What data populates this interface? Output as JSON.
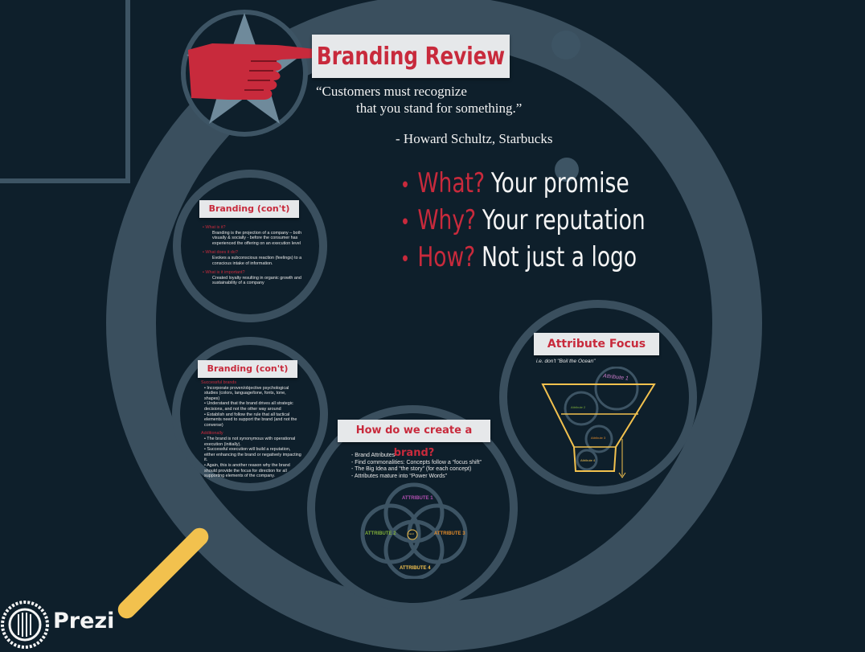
{
  "main": {
    "title": "Branding Review",
    "quote_line1": "“Customers must recognize",
    "quote_line2": "that you stand for something.”",
    "attribution": "- Howard Schultz, Starbucks",
    "bullets": [
      {
        "q": "What?",
        "a": "Your promise"
      },
      {
        "q": "Why?",
        "a": "Your reputation"
      },
      {
        "q": "How?",
        "a": "Not just a logo"
      }
    ]
  },
  "slide1": {
    "title": "Branding (con't)",
    "items": [
      {
        "head": "• What is it?",
        "body": "Branding is the projection of a company – both visually & socially - before the consumer has experienced the offering on an execution level"
      },
      {
        "head": "• What does it do?",
        "body": "Evokes a subconscious reaction (feelings) to a conscious intake of information."
      },
      {
        "head": "• What is it important?",
        "body": "Created loyalty resulting in organic growth and sustainability of a company"
      }
    ]
  },
  "slide2": {
    "title": "Branding (con't)",
    "section1_head": "Successful brands",
    "section1": [
      "• Incorporate proven/objective psychological studies (colors, language/tone, fonts, tone, shapes)",
      "• Understand that the brand drives all strategic decisions, and not the other way around",
      "• Establish and follow the rule that all tactical elements need to support the brand (and not the converse)"
    ],
    "section2_head": "Additionally",
    "section2": [
      "• The brand is not synonymous with operational execution (initially).",
      "• Successful execution will build a reputation, either enhancing the brand or negatively impacting it.",
      "• Again, this is another reason why the brand should provide the focus for direction for all supporting elements of the company."
    ]
  },
  "slide3": {
    "title": "How do we create a brand?",
    "bullets": [
      "- Brand Attributes",
      "- Find commonalities: Concepts follow a “focus shift”",
      "- The Big Idea and “the story” (for each concept)",
      "- Attributes mature into “Power Words”"
    ],
    "attr1": "ATTRIBUTE 1",
    "attr2": "ATTRIBUTE 2",
    "attr3": "ATTRIBUTE 3",
    "attr4": "ATTRIBUTE 4",
    "center": "brand"
  },
  "slide4": {
    "title": "Attribute Focus",
    "subtitle": "i.e. don't \"Boil the Ocean\"",
    "a1": "Attribute 1",
    "a2": "Attribute 2",
    "a3": "Attribute 3",
    "a4": "Attribute 4"
  },
  "logo": {
    "text": "Prezi"
  },
  "colors": {
    "background": "#0e1f2b",
    "ring": "#3a4f5e",
    "accent_red": "#c82a3c",
    "yellow": "#f2c14e"
  }
}
